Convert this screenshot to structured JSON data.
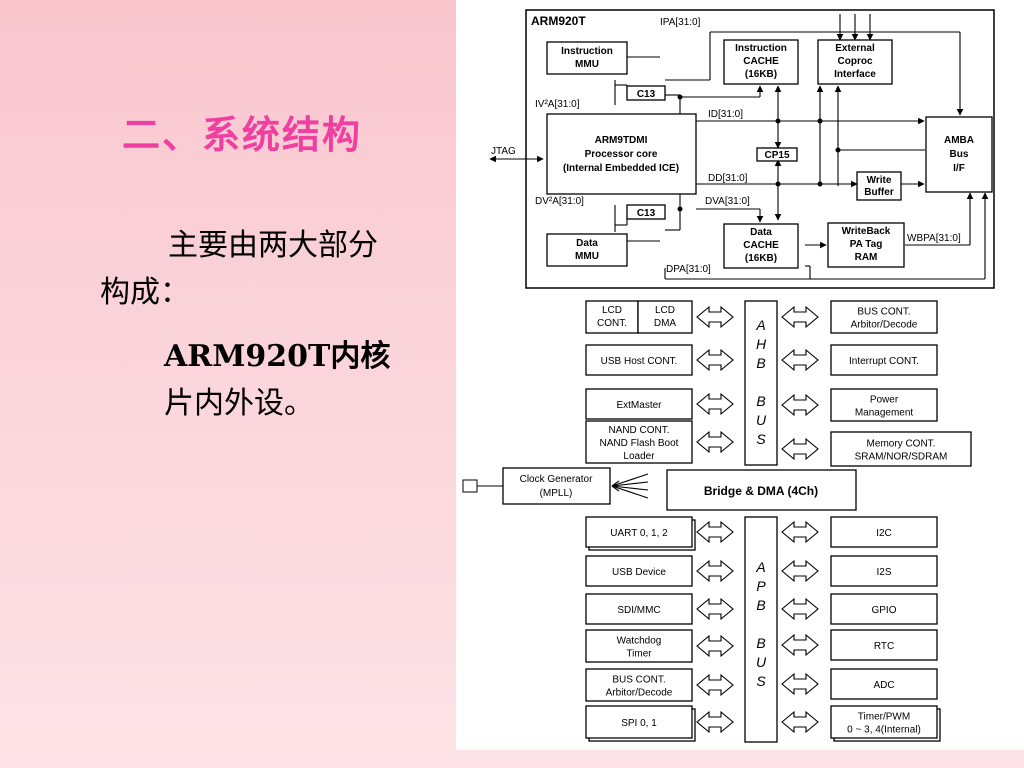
{
  "slide": {
    "title": "二、系统结构",
    "body_line1": "主要由两大部分",
    "body_line2": "构成：",
    "body_line3": "ARM920T内核",
    "body_line4": "片内外设。"
  },
  "core": {
    "title": "ARM920T",
    "instruction_mmu": [
      "Instruction",
      "MMU"
    ],
    "instruction_cache": [
      "Instruction",
      "CACHE",
      "(16KB)"
    ],
    "external_coproc": [
      "External",
      "Coproc",
      "Interface"
    ],
    "processor_core": [
      "ARM9TDMI",
      "Processor core",
      "(Internal Embedded ICE)"
    ],
    "amba": [
      "AMBA",
      "Bus",
      "I/F"
    ],
    "write_buffer": [
      "Write",
      "Buffer"
    ],
    "data_mmu": [
      "Data",
      "MMU"
    ],
    "data_cache": [
      "Data",
      "CACHE",
      "(16KB)"
    ],
    "writeback_tag": [
      "WriteBack",
      "PA Tag",
      "RAM"
    ],
    "c13_top": "C13",
    "c13_bottom": "C13",
    "cp15": "CP15",
    "signals": {
      "ipa": "IPA[31:0]",
      "iva": "IV²A[31:0]",
      "id": "ID[31:0]",
      "jtag": "JTAG",
      "dd": "DD[31:0]",
      "dva2": "DV²A[31:0]",
      "dva": "DVA[31:0]",
      "wbpa": "WBPA[31:0]",
      "dpa": "DPA[31:0]"
    }
  },
  "peripherals": {
    "ahb_bus_letters": [
      "A",
      "H",
      "B",
      "",
      "B",
      "U",
      "S"
    ],
    "apb_bus_letters": [
      "A",
      "P",
      "B",
      "",
      "B",
      "U",
      "S"
    ],
    "lcd_cont": [
      "LCD",
      "CONT."
    ],
    "lcd_dma": [
      "LCD",
      "DMA"
    ],
    "ahb_left": [
      [
        "USB Host CONT."
      ],
      [
        "ExtMaster"
      ],
      [
        "NAND CONT.",
        "NAND Flash Boot",
        "Loader"
      ]
    ],
    "ahb_right": [
      [
        "BUS CONT.",
        "Arbitor/Decode"
      ],
      [
        "Interrupt CONT."
      ],
      [
        "Power",
        "Management"
      ],
      [
        "Memory CONT.",
        "SRAM/NOR/SDRAM"
      ]
    ],
    "clock_generator": [
      "Clock Generator",
      "(MPLL)"
    ],
    "bridge": "Bridge & DMA (4Ch)",
    "apb_left": [
      [
        "UART 0, 1, 2"
      ],
      [
        "USB Device"
      ],
      [
        "SDI/MMC"
      ],
      [
        "Watchdog",
        "Timer"
      ],
      [
        "BUS CONT.",
        "Arbitor/Decode"
      ],
      [
        "SPI 0, 1"
      ]
    ],
    "apb_right": [
      [
        "I2C"
      ],
      [
        "I2S"
      ],
      [
        "GPIO"
      ],
      [
        "RTC"
      ],
      [
        "ADC"
      ],
      [
        "Timer/PWM",
        "0 ~ 3, 4(Internal)"
      ]
    ]
  }
}
